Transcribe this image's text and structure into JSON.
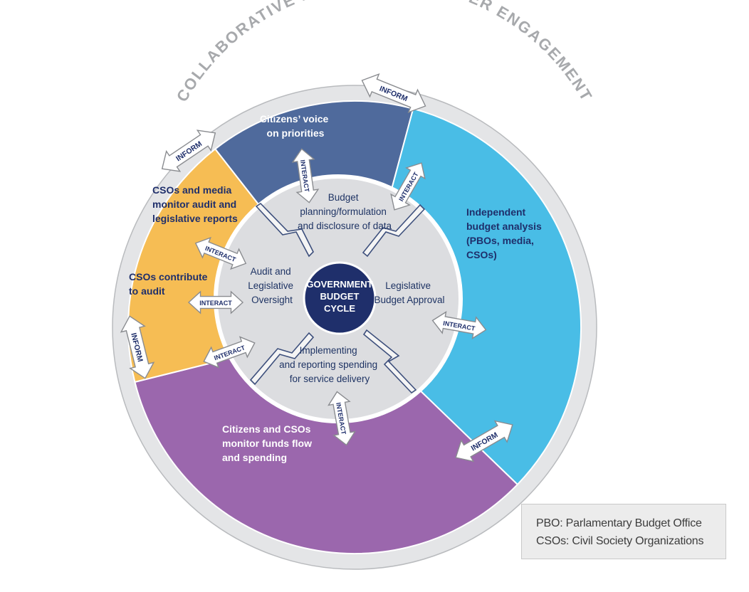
{
  "ring_title": "COLLABORATIVE MULTI-STAKEHOLDER ENGAGEMENT",
  "center": {
    "line1": "GOVERNMENT",
    "line2": "BUDGET",
    "line3": "CYCLE"
  },
  "stages": {
    "planning": [
      "Budget",
      "planning/formulation",
      "and disclosure of data"
    ],
    "approval": [
      "Legislative",
      "Budget Approval"
    ],
    "implementing": [
      "Implementing",
      "and reporting spending",
      "for service delivery"
    ],
    "audit": [
      "Audit and",
      "Legislative",
      "Oversight"
    ]
  },
  "segments": {
    "citizens_voice": [
      "Citizens’ voice",
      "on priorities"
    ],
    "independent_analysis": [
      "Independent",
      "budget analysis",
      "(PBOs, media,",
      "CSOs)"
    ],
    "monitor_funds": [
      "Citizens and CSOs",
      "monitor funds flow",
      "and spending"
    ],
    "csos_audit": [
      "CSOs contribute",
      "to audit"
    ],
    "csos_media": [
      "CSOs and media",
      "monitor audit and",
      "legislative reports"
    ]
  },
  "arrow_labels": {
    "inform": "INFORM",
    "interact": "INTERACT"
  },
  "legend": {
    "pbo": "PBO: Parlamentary Budget Office",
    "cso": "CSOs: Civil Society Organizations"
  },
  "colors": {
    "outer_ring": "#e4e5e7",
    "ring_text": "#a7a9ac",
    "citizens_voice": "#4f6a9c",
    "independent_analysis": "#49bde6",
    "monitor_funds": "#9b67ad",
    "csos_audit": "#f6bd54",
    "inner_circle": "#dcdde0",
    "center": "#1f2f6b"
  }
}
